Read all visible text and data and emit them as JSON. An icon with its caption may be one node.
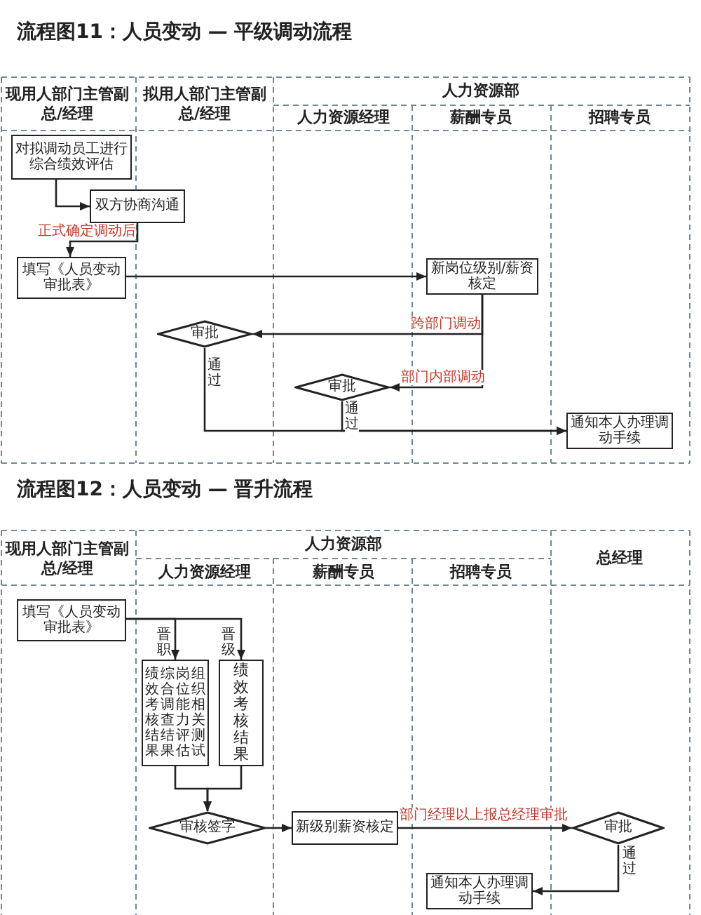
{
  "diagram": {
    "title": "流程图11：人员变动 — 平级调动流程",
    "nodes": [
      {
        "text": [
          "对拟调动员工进行综合绩效评估"
        ]
      },
      {
        "text": [
          "双方协商沟通"
        ]
      },
      {
        "text": [
          "填写《人员变动审批表》"
        ]
      },
      {
        "text": [
          "新岗位级别/薪资核定"
        ]
      },
      {
        "text": [
          "审批"
        ]
      },
      {
        "text": [
          "审批"
        ]
      },
      {
        "text": [
          "通知本人办理调动手续"
        ]
      },
      {
        "text": [
          "填写《人员变动审批表》"
        ]
      },
      {
        "text": [
          "绩效考核结果",
          "综合调查结果",
          "岗位能力评估",
          "组织相关测试"
        ]
      },
      {
        "text": [
          "绩效考核结果"
        ]
      },
      {
        "text": [
          "审核签字"
        ]
      },
      {
        "text": [
          "新级别薪资核定"
        ]
      },
      {
        "text": [
          "审批"
        ]
      },
      {
        "text": [
          "通知本人办理调动手续"
        ]
      }
    ],
    "edges": [
      {
        "from": 0,
        "to": 1,
        "arrow": "to"
      },
      {
        "from": 1,
        "to": 2,
        "arrow": "to",
        "label": "正式确定调动后"
      },
      {
        "from": 2,
        "to": 3,
        "arrow": "to"
      },
      {
        "from": 3,
        "to": 4,
        "arrow": "to",
        "label": "跨部门调动"
      },
      {
        "from": 3,
        "to": 5,
        "arrow": "to",
        "label": "部门内部调动"
      },
      {
        "from": 4,
        "to": 6,
        "arrow": "to",
        "label": "通过"
      },
      {
        "from": 5,
        "to": 6,
        "arrow": "to",
        "label": "通过"
      },
      {
        "from": 7,
        "to": 8,
        "arrow": "to",
        "label": "晋职"
      },
      {
        "from": 7,
        "to": 9,
        "arrow": "to",
        "label": "晋级"
      },
      {
        "from": 8,
        "to": 10,
        "arrow": "to"
      },
      {
        "from": 9,
        "to": 10,
        "arrow": "to"
      },
      {
        "from": 10,
        "to": 11,
        "arrow": "to"
      },
      {
        "from": 11,
        "to": 12,
        "arrow": "to",
        "label": "部门经理以上报总经理审批"
      },
      {
        "from": 12,
        "to": 13,
        "arrow": "to",
        "label": "通过"
      }
    ],
    "labels": [
      "现用人部门主管副总/经理",
      "拟用人部门主管副总/经理",
      "人力资源部",
      "人力资源经理",
      "薪酬专员",
      "招聘专员",
      "流程图12：人员变动 — 晋升流程",
      "现用人部门主管副总/经理",
      "人力资源部",
      "总经理",
      "人力资源经理",
      "薪酬专员",
      "招聘专员"
    ]
  }
}
